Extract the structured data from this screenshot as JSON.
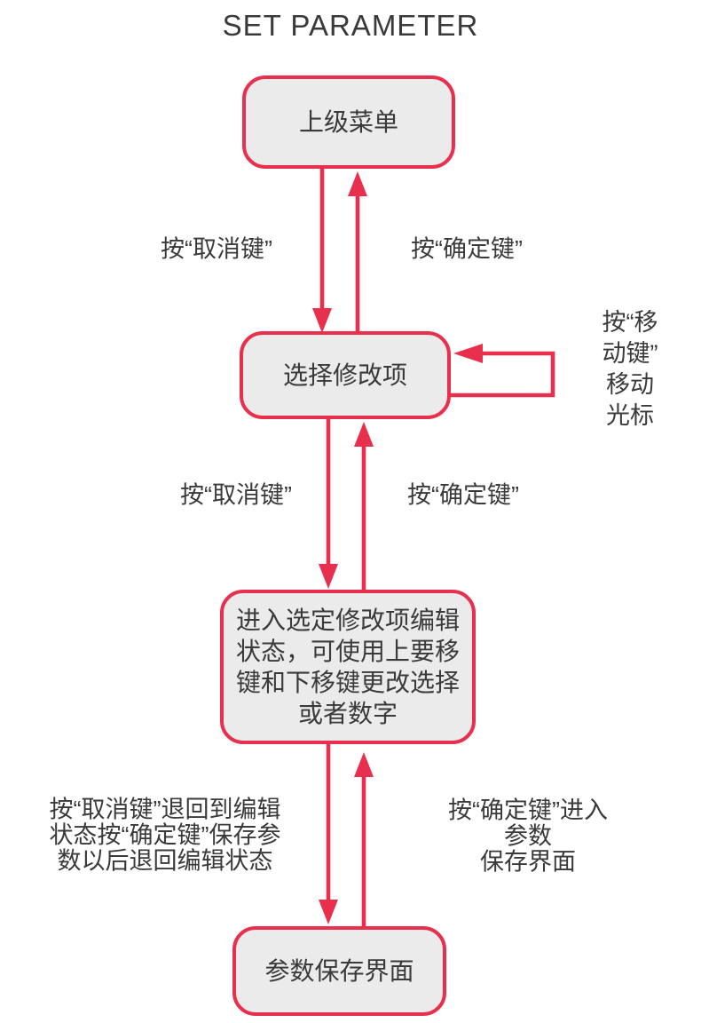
{
  "title": "SET PARAMETER",
  "colors": {
    "accent": "#e8304e",
    "node_fill": "#ebebeb",
    "text": "#3a3a3a"
  },
  "nodes": {
    "top_menu": {
      "label": "上级菜单"
    },
    "select_item": {
      "label": "选择修改项"
    },
    "edit_state": {
      "label": "进入选定修改项编辑\n状态，可使用上要移\n键和下移键更改选择\n或者数字"
    },
    "save_screen": {
      "label": "参数保存界面"
    }
  },
  "edge_labels": {
    "cancel_top": "按“取消键”",
    "confirm_top": "按“确定键”",
    "move_loop": "按“移动键”\n移动光标",
    "cancel_mid": "按“取消键”",
    "confirm_mid": "按“确定键”",
    "cancel_bottom": "按“取消键”退回到编辑\n状态按“确定键”保存参\n数以后退回编辑状态",
    "confirm_bottom": "按“确定键”进入参数\n保存界面"
  }
}
